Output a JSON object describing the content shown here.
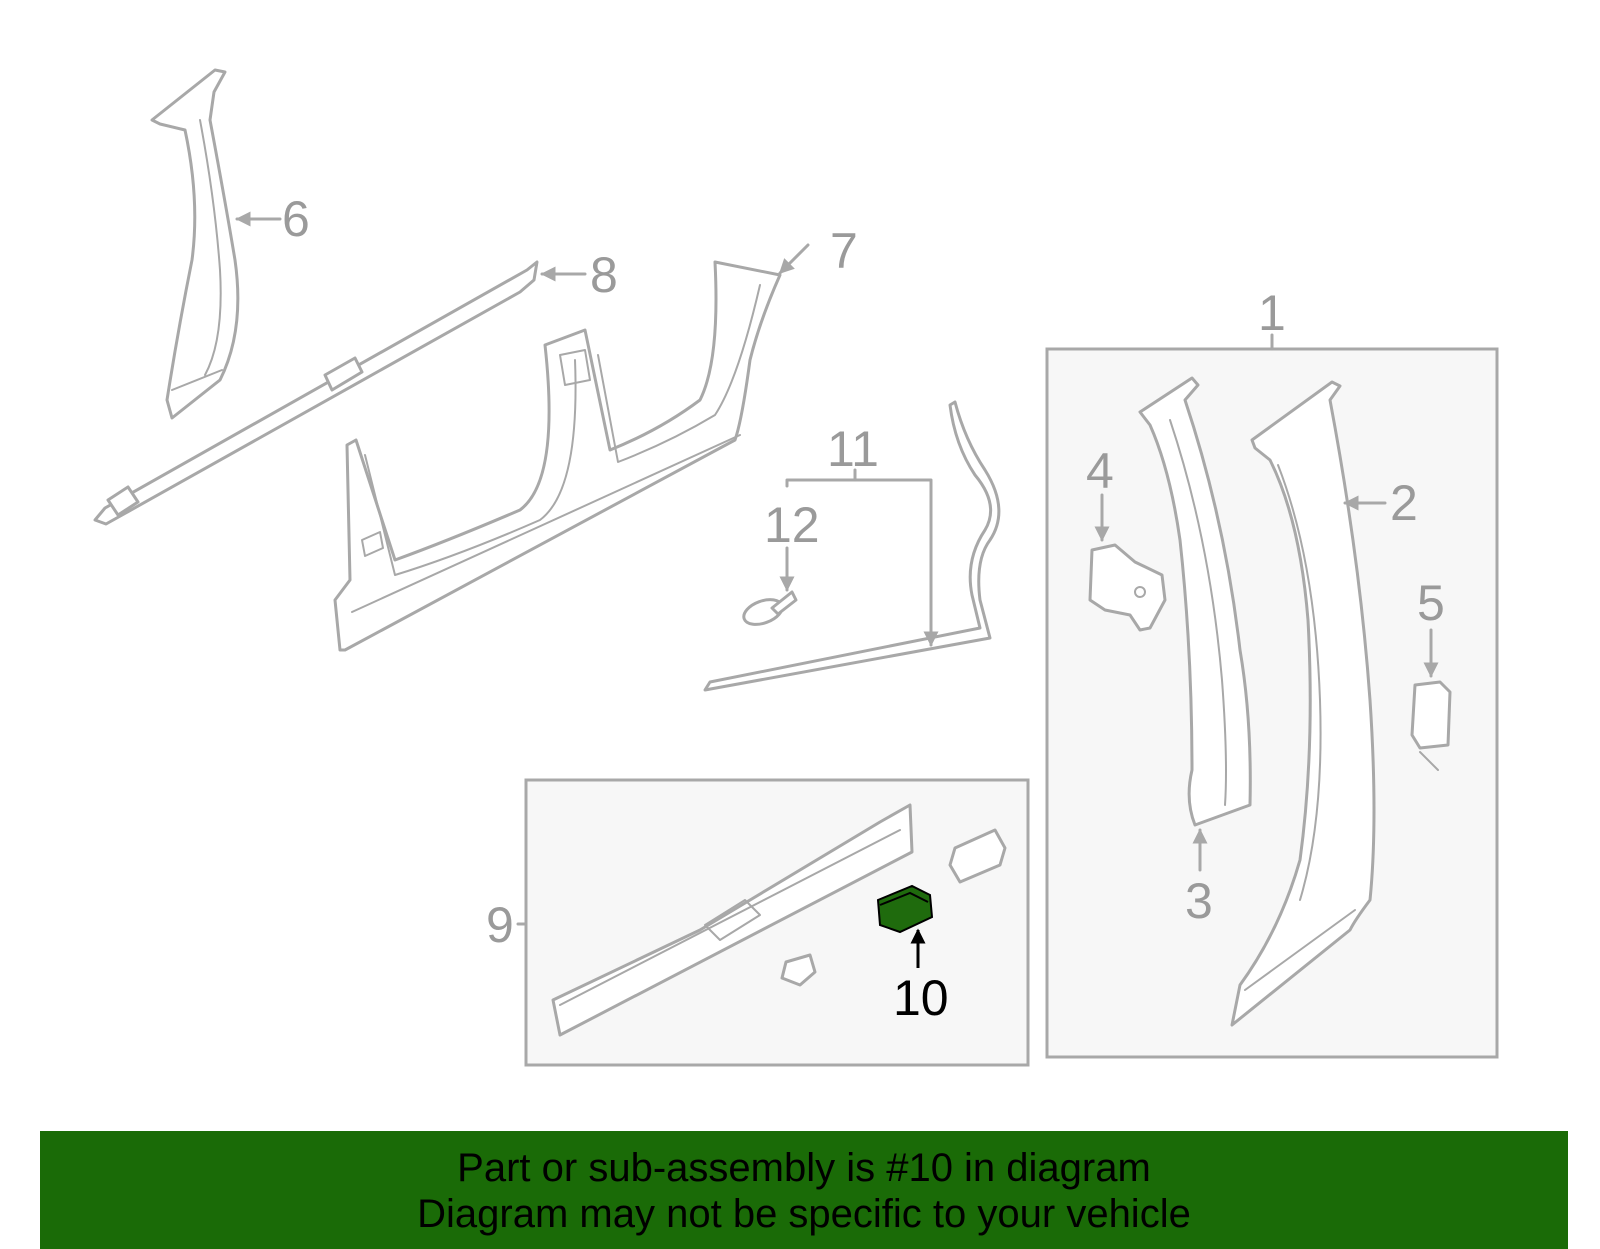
{
  "diagram": {
    "callouts": [
      "1",
      "2",
      "3",
      "4",
      "5",
      "6",
      "7",
      "8",
      "9",
      "10",
      "11",
      "12"
    ],
    "highlighted_part": "10",
    "highlight_color": "#1f6b0d",
    "line_color": "#a8a8a8"
  },
  "banner": {
    "line1": "Part or sub-assembly is #10 in diagram",
    "line2": "Diagram may not be specific to your vehicle",
    "background": "#1a6b07"
  }
}
